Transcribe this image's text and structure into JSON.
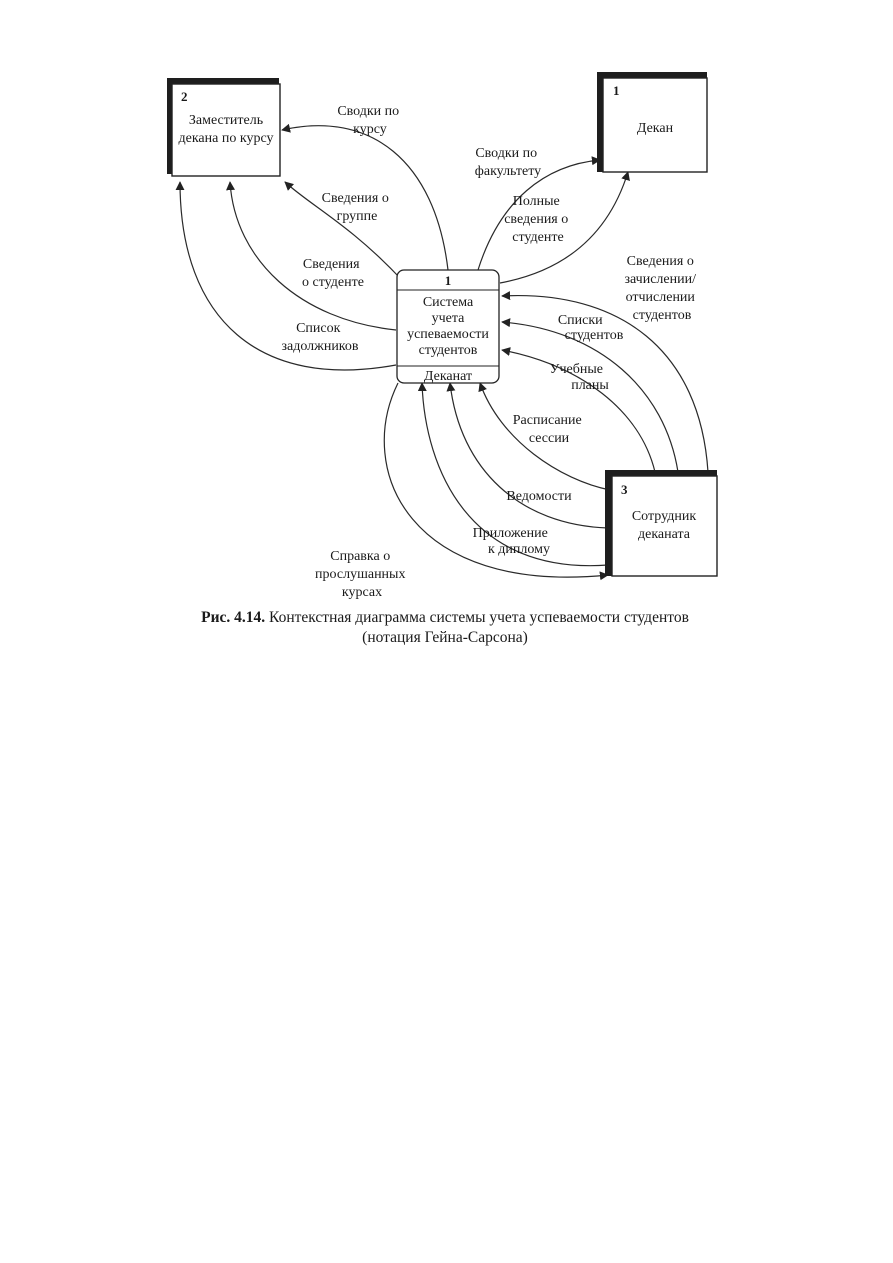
{
  "entities": {
    "deputy": {
      "number": "2",
      "lines": [
        "Заместитель",
        "декана по курсу"
      ]
    },
    "dean": {
      "number": "1",
      "lines": [
        "Декан"
      ]
    },
    "staff": {
      "number": "3",
      "lines": [
        "Сотрудник",
        "деканата"
      ]
    }
  },
  "process": {
    "number": "1",
    "name_lines": [
      "Система",
      "учета",
      "успеваемости",
      "студентов"
    ],
    "location": "Деканат"
  },
  "flows": [
    {
      "id": "course-summaries",
      "lines": [
        "Сводки по",
        "курсу"
      ]
    },
    {
      "id": "group-info",
      "lines": [
        "Сведения о",
        "группе"
      ]
    },
    {
      "id": "student-info",
      "lines": [
        "Сведения",
        "о студенте"
      ]
    },
    {
      "id": "debtors-list",
      "lines": [
        "Список",
        "задолжников"
      ]
    },
    {
      "id": "faculty-summaries",
      "lines": [
        "Сводки по",
        "факультету"
      ]
    },
    {
      "id": "full-student-info",
      "lines": [
        "Полные",
        "сведения о",
        "студенте"
      ]
    },
    {
      "id": "enrollment-info",
      "lines": [
        "Сведения о",
        "зачислении/",
        "отчислении",
        "студентов"
      ]
    },
    {
      "id": "student-lists",
      "lines": [
        "Списки",
        "студентов"
      ]
    },
    {
      "id": "curricula",
      "lines": [
        "Учебные",
        "планы"
      ]
    },
    {
      "id": "exam-schedule",
      "lines": [
        "Расписание",
        "сессии"
      ]
    },
    {
      "id": "grade-sheets",
      "lines": [
        "Ведомости"
      ]
    },
    {
      "id": "diploma-supplement",
      "lines": [
        "Приложение",
        "к диплому"
      ]
    },
    {
      "id": "course-certificate",
      "lines": [
        "Справка о",
        "прослушанных",
        "курсах"
      ]
    }
  ],
  "caption": {
    "number": "Рис. 4.14.",
    "text": "Контекстная диаграмма системы учета успеваемости студентов (нотация Гейна-Сарсона)"
  }
}
